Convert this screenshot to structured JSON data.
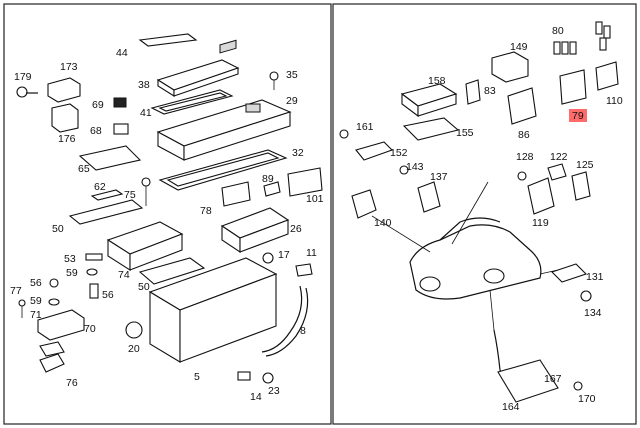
{
  "diagram": {
    "highlight_color": "#ff6b6b",
    "left_panel": {
      "labels": [
        "44",
        "179",
        "173",
        "38",
        "35",
        "69",
        "41",
        "29",
        "68",
        "176",
        "32",
        "65",
        "62",
        "75",
        "89",
        "78",
        "101",
        "50",
        "26",
        "74",
        "11",
        "53",
        "17",
        "59",
        "56",
        "56",
        "77",
        "59",
        "50",
        "8",
        "71",
        "70",
        "20",
        "76",
        "5",
        "14",
        "23"
      ]
    },
    "right_panel": {
      "labels": [
        "80",
        "149",
        "158",
        "83",
        "110",
        "86",
        "79",
        "161",
        "155",
        "152",
        "128",
        "122",
        "125",
        "143",
        "137",
        "140",
        "119",
        "131",
        "134",
        "167",
        "164",
        "170"
      ],
      "highlighted": "79"
    }
  }
}
